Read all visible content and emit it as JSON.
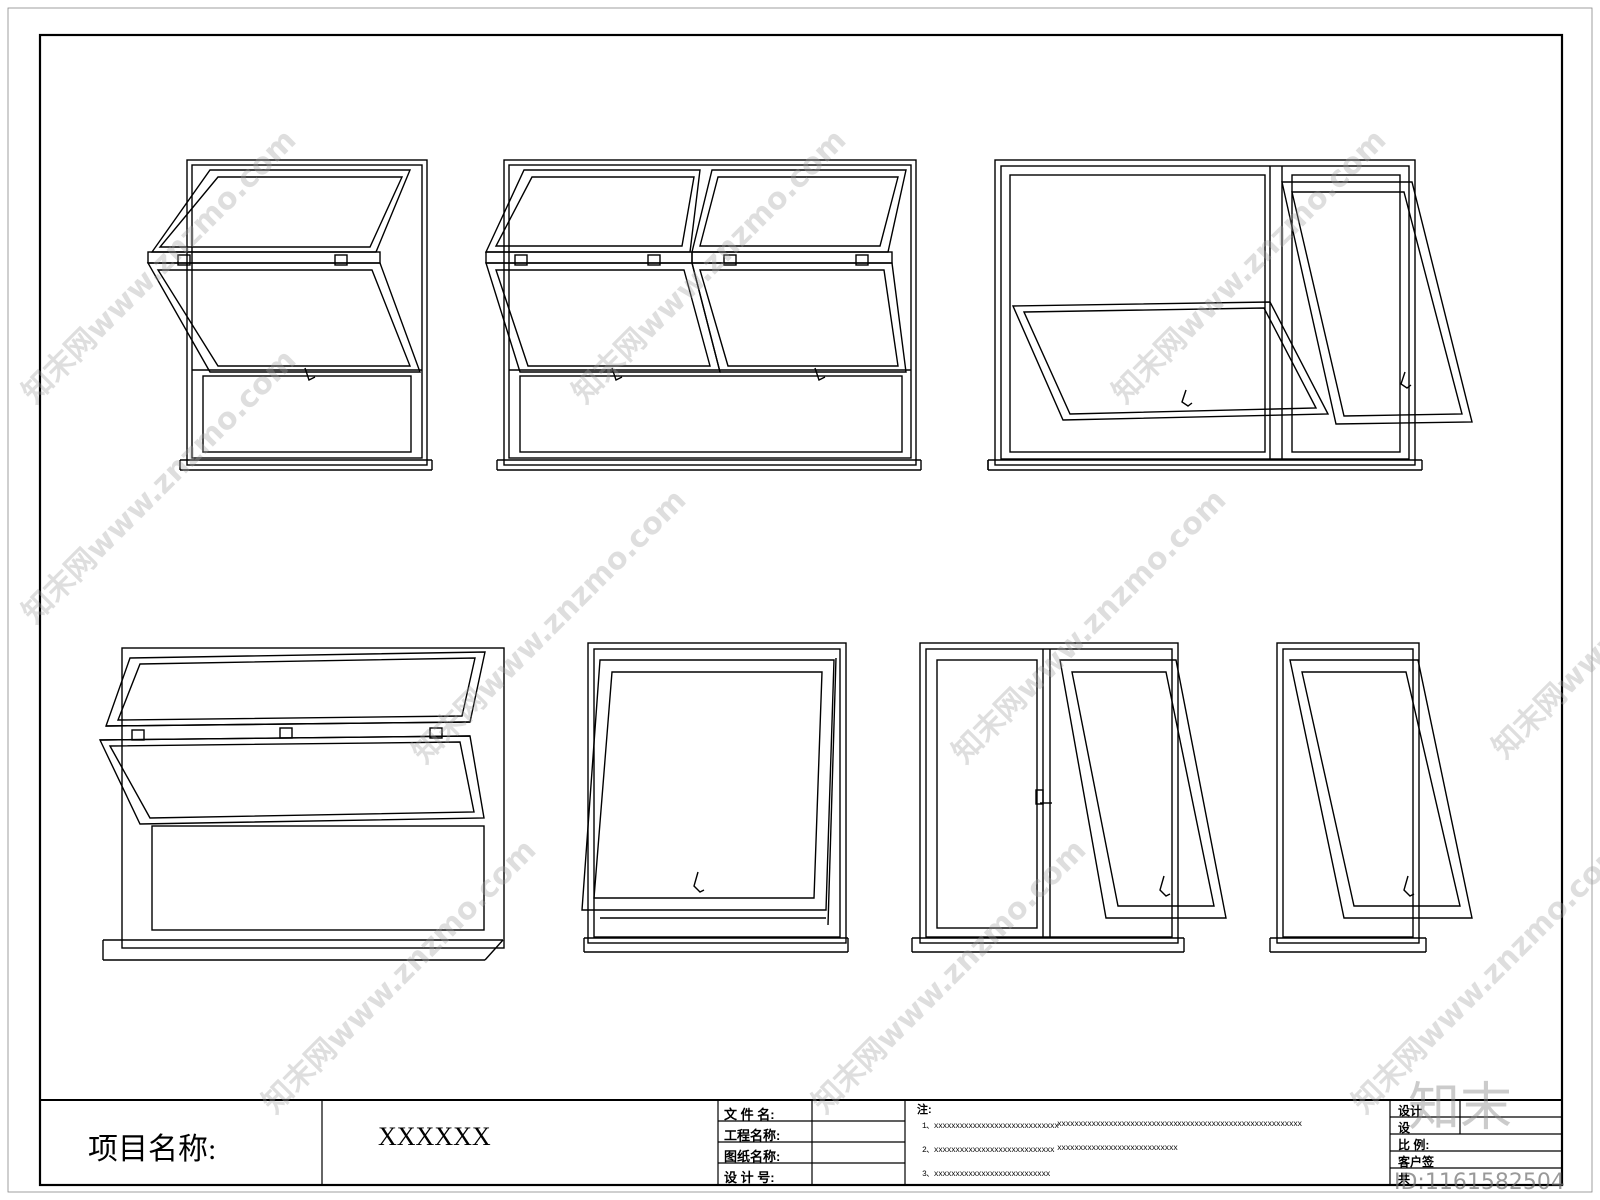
{
  "title_block": {
    "project_label": "项目名称:",
    "project_value": "XXXXXX",
    "fields": {
      "file_name": "文 件 名:",
      "project_name": "工程名称:",
      "drawing_name": "图纸名称:",
      "design_no": "设 计 号:"
    },
    "notes": {
      "title": "注:",
      "items": [
        [
          "1、xxxxxxxxxxxxxxxxxxxxxxxxxxxxx",
          "xxxxxxxxxxxxxxxxxxxxxxxxxxxx",
          "xxxxxxxxxxxxxxxxxxxxxxxxxxxxx"
        ],
        [
          "2、xxxxxxxxxxxxxxxxxxxxxxxxxxxx",
          "xxxxxxxxxxxxxxxxxxxxxxxxxxxx"
        ],
        [
          "3、xxxxxxxxxxxxxxxxxxxxxxxxxxx"
        ]
      ]
    },
    "right_fields": {
      "designer": "设计",
      "design_2": "设",
      "scale": "比  例:",
      "client_sign": "客户签",
      "total": "共"
    }
  },
  "watermark": {
    "text": "知末网www.znzmo.com",
    "logo": "知末",
    "id_text": "ID:1161582504"
  },
  "colors": {
    "line": "#000000",
    "paper": "#ffffff",
    "watermark": "#a0a0a0"
  },
  "drawings": [
    {
      "type": "top-hung-open-single"
    },
    {
      "type": "top-hung-open-double"
    },
    {
      "type": "fixed-plus-awning-pair"
    },
    {
      "type": "top-hung-wide"
    },
    {
      "type": "awning-single-chain"
    },
    {
      "type": "fixed-plus-awning-chain"
    },
    {
      "type": "awning-narrow-chain"
    }
  ]
}
